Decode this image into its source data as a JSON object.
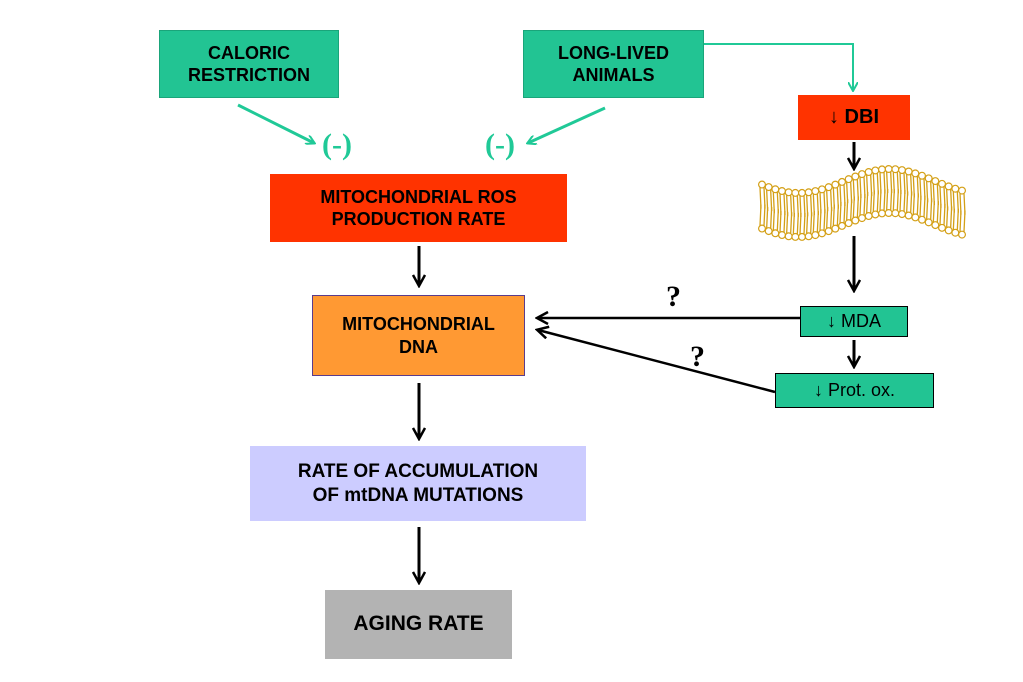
{
  "colors": {
    "teal": "#20c997",
    "teal_fill": "#22c493",
    "red": "#ff3300",
    "orange": "#ff9933",
    "lavender": "#ccccff",
    "gray": "#b3b3b3",
    "membrane": "#d4a017"
  },
  "nodes": {
    "caloric_restriction": "CALORIC\nRESTRICTION",
    "long_lived_animals": "LONG-LIVED\nANIMALS",
    "dbi": "↓  DBI",
    "ros": "MITOCHONDRIAL ROS\nPRODUCTION RATE",
    "mtdna": "MITOCHONDRIAL\nDNA",
    "mda": "↓ MDA",
    "prot_ox": "↓ Prot. ox.",
    "accumulation": "RATE OF ACCUMULATION\nOF mtDNA MUTATIONS",
    "aging": "AGING RATE"
  },
  "labels": {
    "minus_left": "(-)",
    "minus_right": "(-)",
    "question_top": "?",
    "question_bottom": "?"
  },
  "icons": {
    "membrane": "lipid-bilayer-icon"
  }
}
